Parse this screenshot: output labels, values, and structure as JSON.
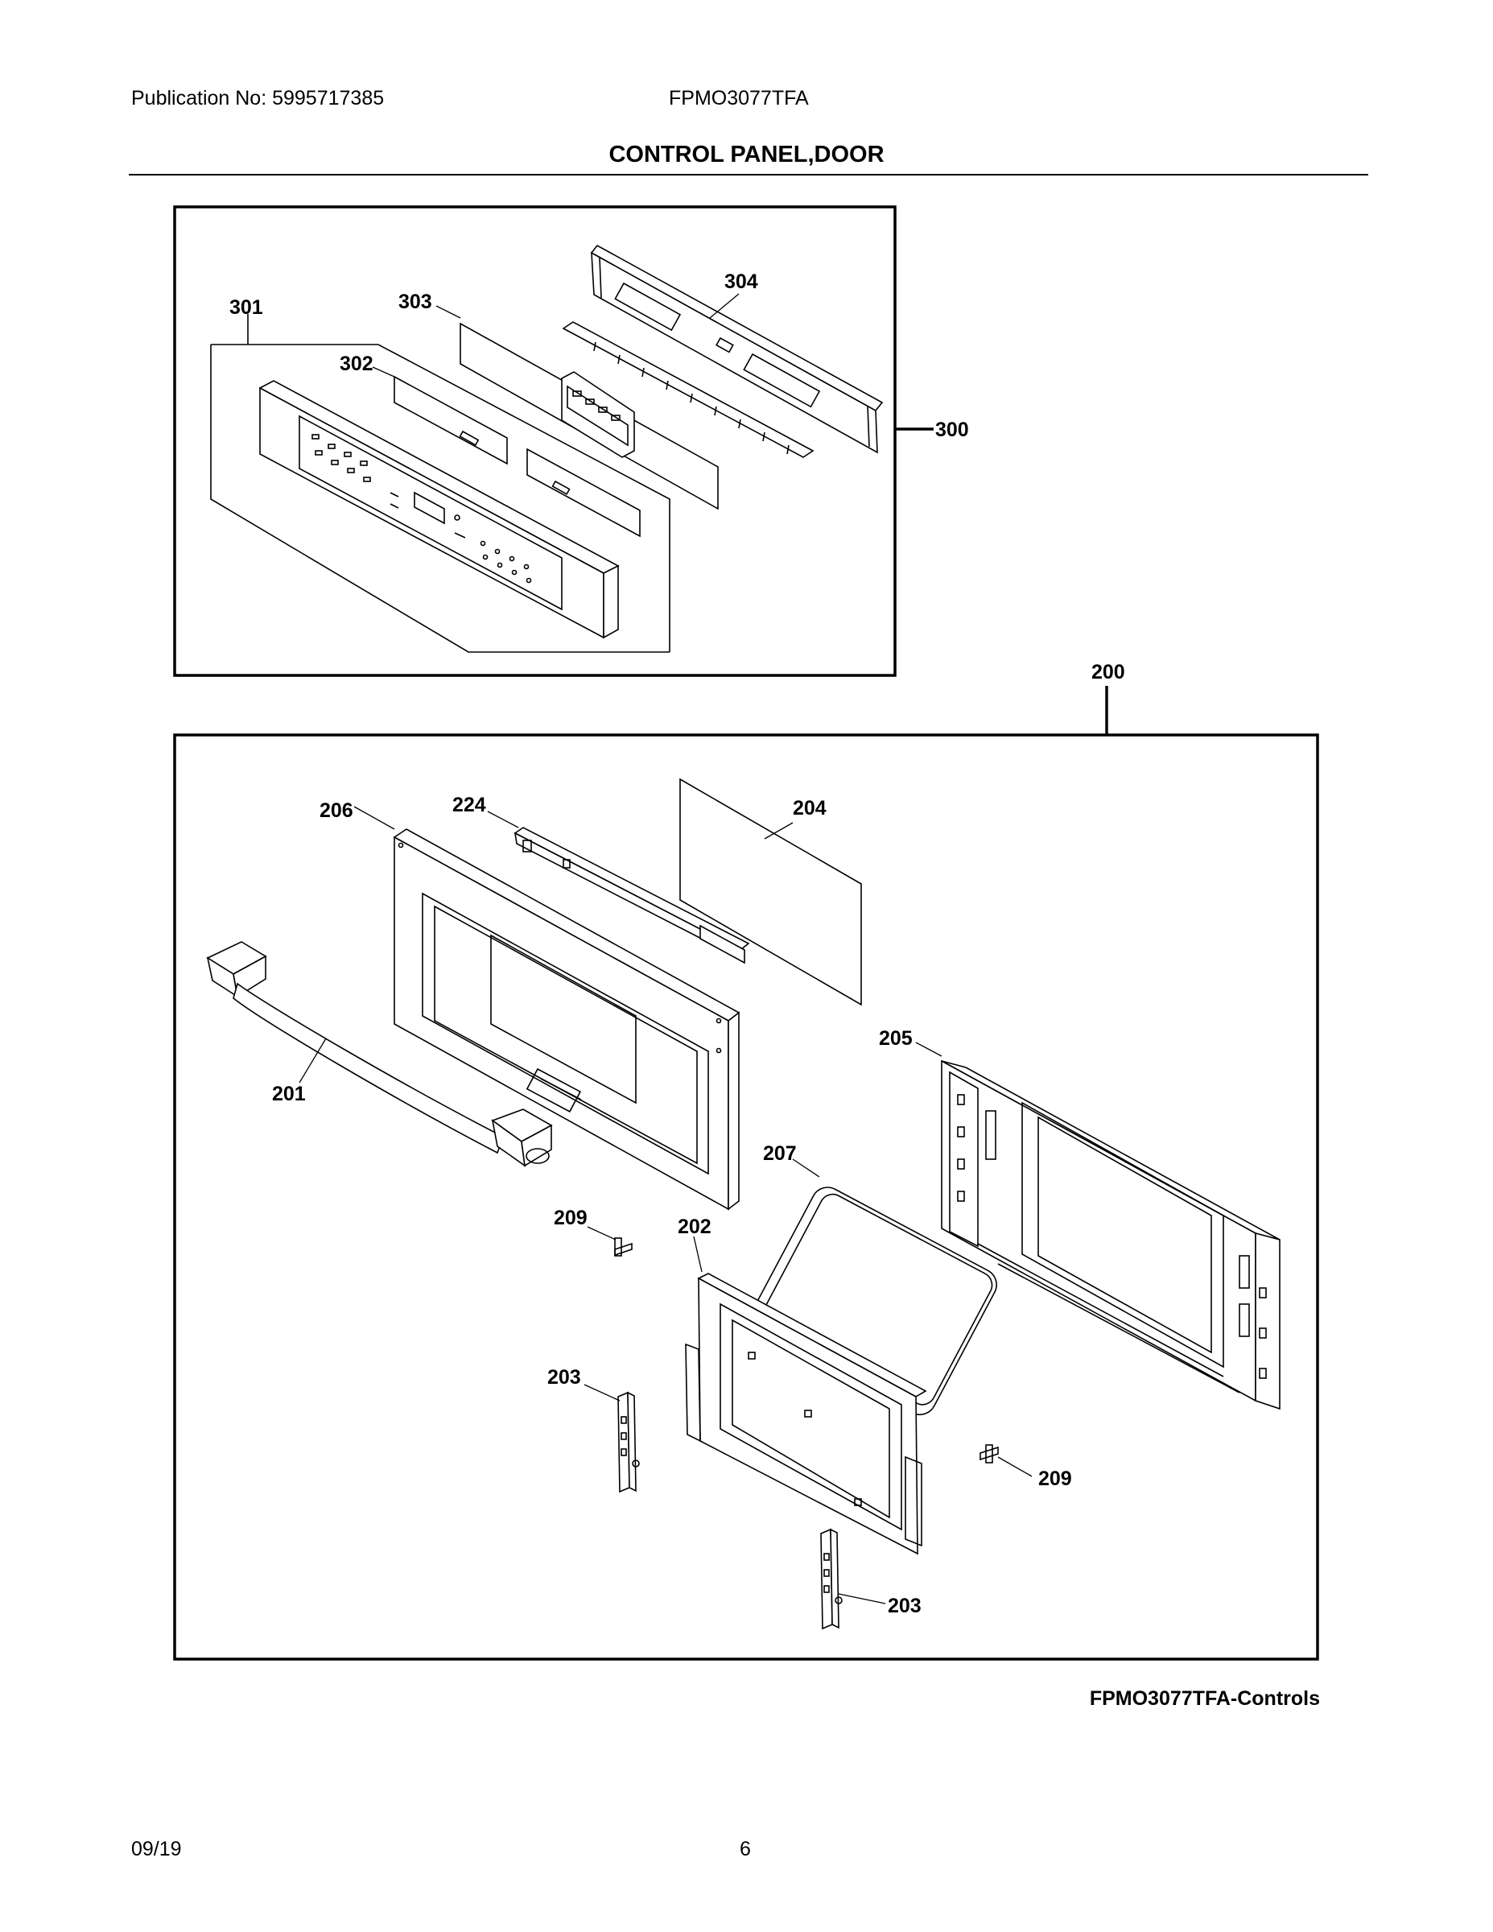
{
  "header": {
    "publication": "Publication No: 5995717385",
    "model": "FPMO3077TFA"
  },
  "title": "CONTROL PANEL,DOOR",
  "callouts": {
    "c300": "300",
    "c301": "301",
    "c302": "302",
    "c303": "303",
    "c304": "304",
    "c200": "200",
    "c201": "201",
    "c202": "202",
    "c203a": "203",
    "c203b": "203",
    "c204": "204",
    "c205": "205",
    "c206": "206",
    "c207": "207",
    "c209a": "209",
    "c209b": "209",
    "c224": "224"
  },
  "caption": "FPMO3077TFA-Controls",
  "footer": {
    "date": "09/19",
    "page": "6"
  }
}
